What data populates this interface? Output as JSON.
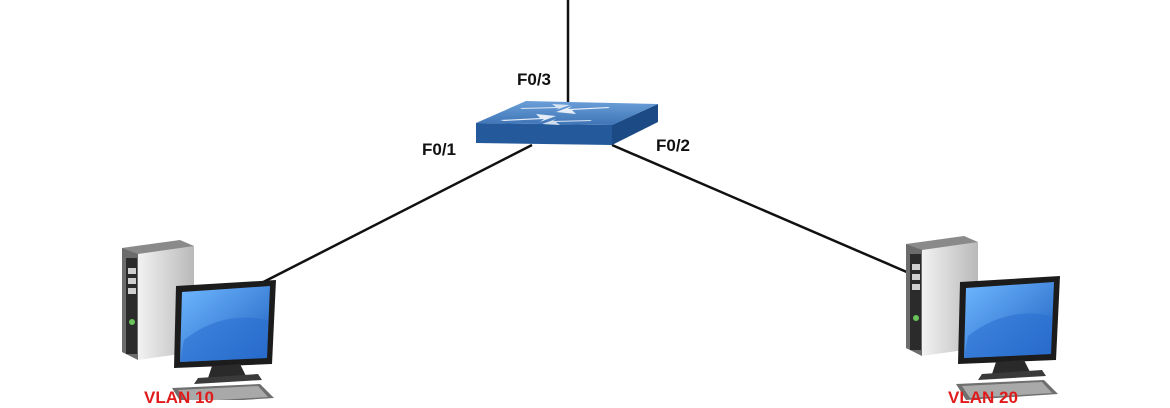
{
  "ports": {
    "uplink": "F0/3",
    "left": "F0/1",
    "right": "F0/2"
  },
  "hosts": {
    "left": {
      "vlan": "VLAN 10"
    },
    "right": {
      "vlan": "VLAN 20"
    }
  },
  "colors": {
    "vlan_text": "#e11b1b",
    "switch_top": "#4e86c4",
    "switch_side": "#245a9c",
    "monitor_screen": "#2f7fd9",
    "link": "#111111"
  },
  "icons": {
    "switch": "switch-icon",
    "computer": "computer-icon"
  }
}
